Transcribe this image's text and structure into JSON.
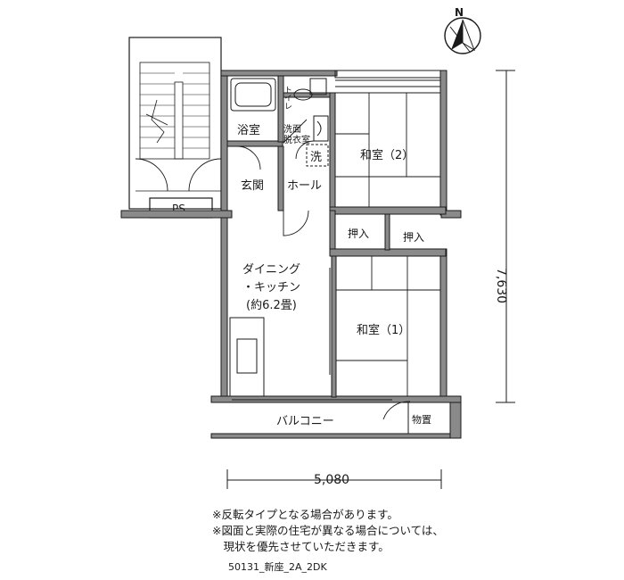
{
  "rooms": {
    "bath": "浴室",
    "toilet": "トイレ",
    "washroom": "洗面\n脱衣室",
    "washer": "洗",
    "entrance": "玄関",
    "hall": "ホール",
    "ps": "PS",
    "dining_kitchen": [
      "ダイニング",
      "・キッチン",
      "(約6.2畳)"
    ],
    "washitsu2": "和室（2）",
    "washitsu1": "和室（1）",
    "closet_a": "押入",
    "closet_b": "押入",
    "balcony": "バルコニー",
    "storage": "物置"
  },
  "dimensions": {
    "width": "5,080",
    "height": "7,630"
  },
  "compass": {
    "north_label": "N"
  },
  "notes": [
    "※反転タイプとなる場合があります。",
    "※図面と実際の住宅が異なる場合については、",
    "　現状を優先させていただきます。"
  ],
  "plan_code": "50131_新座_2A_2DK"
}
